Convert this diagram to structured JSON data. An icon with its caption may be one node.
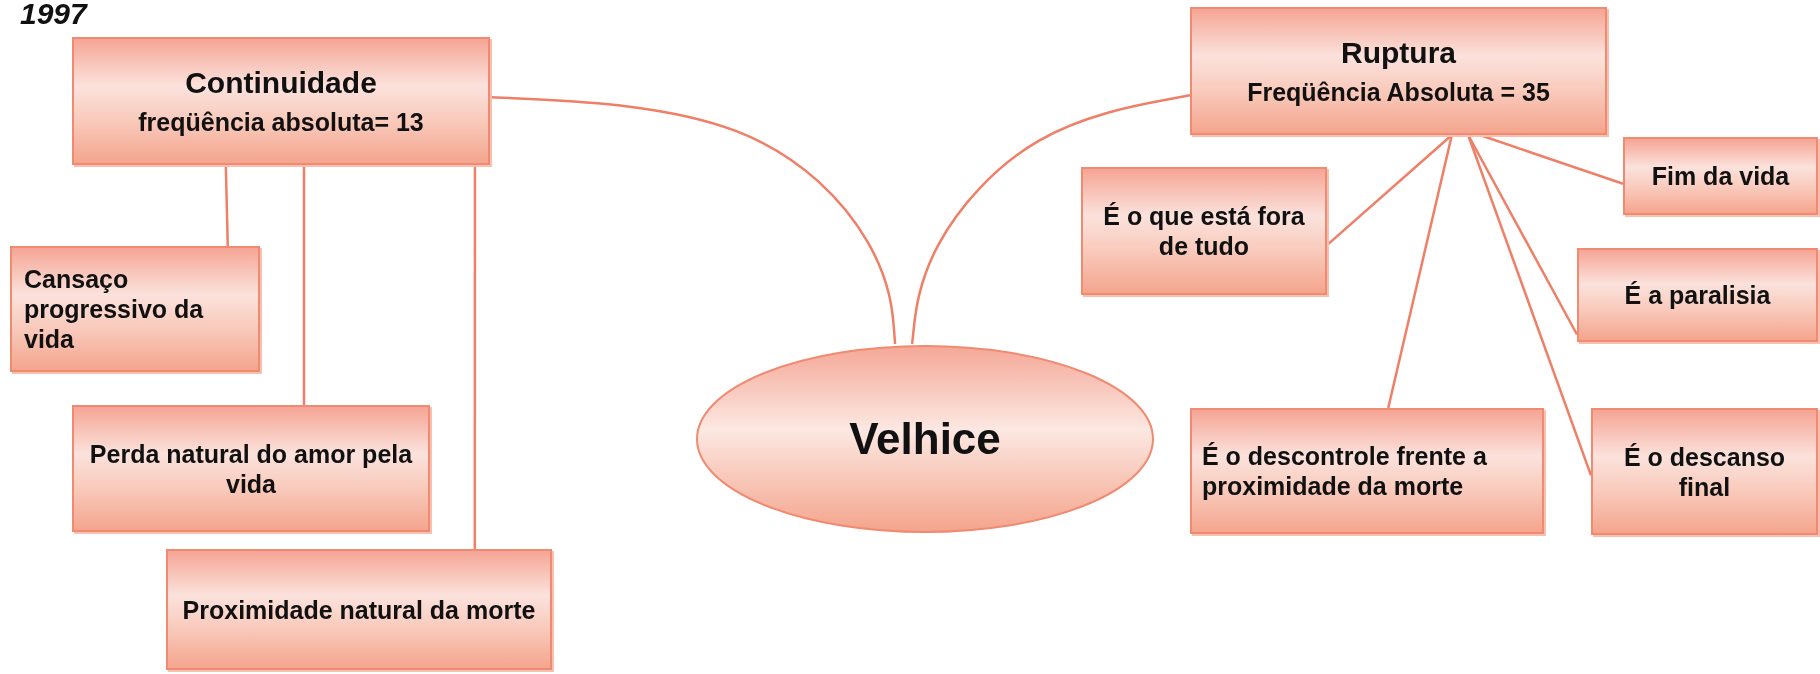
{
  "diagram": {
    "nodes": [
      {
        "text": [
          "Continuidade",
          "freqüência absoluta= 13"
        ]
      },
      {
        "text": [
          "Ruptura",
          "Freqüência Absoluta = 35"
        ]
      },
      {
        "text": [
          "É o que está fora de tudo"
        ]
      },
      {
        "text": [
          "Fim da vida"
        ]
      },
      {
        "text": [
          "Cansaço progressivo da vida"
        ]
      },
      {
        "text": [
          "É a paralisia"
        ]
      },
      {
        "text": [
          "Velhice"
        ]
      },
      {
        "text": [
          "É o descontrole frente a proximidade da morte"
        ]
      },
      {
        "text": [
          "É o descanso final"
        ]
      },
      {
        "text": [
          "Perda natural do amor pela vida"
        ]
      },
      {
        "text": [
          "Proximidade natural da morte"
        ]
      }
    ],
    "edges": [
      {
        "from": 6,
        "to": 0,
        "arrow": "none"
      },
      {
        "from": 6,
        "to": 1,
        "arrow": "none"
      },
      {
        "from": 0,
        "to": 4,
        "arrow": "none"
      },
      {
        "from": 0,
        "to": 9,
        "arrow": "none"
      },
      {
        "from": 0,
        "to": 10,
        "arrow": "none"
      },
      {
        "from": 1,
        "to": 2,
        "arrow": "none"
      },
      {
        "from": 1,
        "to": 7,
        "arrow": "none"
      },
      {
        "from": 1,
        "to": 3,
        "arrow": "none"
      },
      {
        "from": 1,
        "to": 5,
        "arrow": "none"
      },
      {
        "from": 1,
        "to": 8,
        "arrow": "none"
      }
    ],
    "labels": [
      "1997"
    ]
  }
}
